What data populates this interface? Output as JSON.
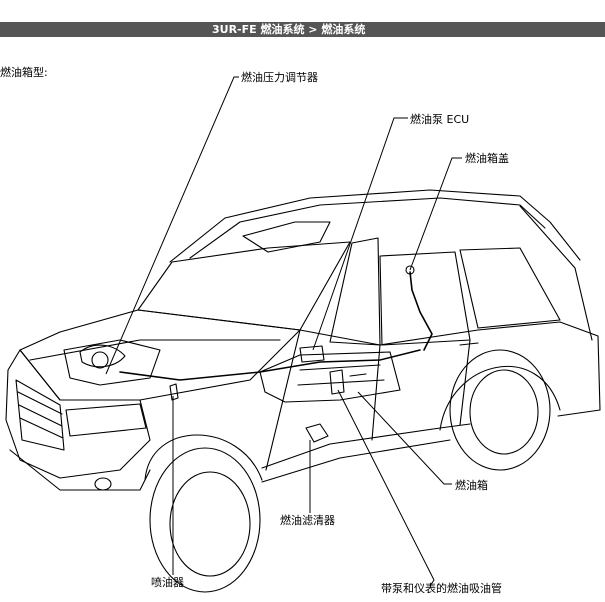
{
  "header": {
    "title": "3UR-FE 燃油系统 > 燃油系统"
  },
  "intro": "燃油箱型:",
  "labels": {
    "pressure_regulator": "燃油压力调节器",
    "fuel_pump_ecu": "燃油泵 ECU",
    "fuel_tank_cap": "燃油箱盖",
    "fuel_tank": "燃油箱",
    "fuel_filter": "燃油滤清器",
    "injector": "喷油器",
    "suction_tube": "带泵和仪表的燃油吸油管"
  }
}
